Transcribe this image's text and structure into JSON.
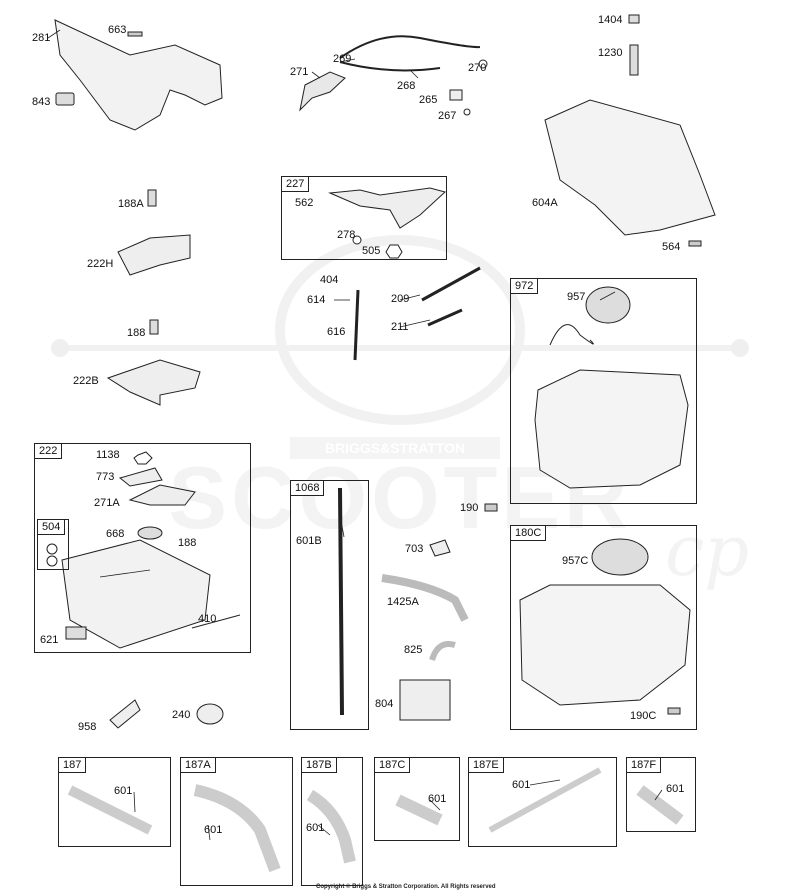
{
  "watermark": {
    "brand_plate": "BRIGGS&STRATTON",
    "word": "SCOOTER",
    "suffix": "cp"
  },
  "boxes": [
    {
      "id": "227",
      "label": "227"
    },
    {
      "id": "972",
      "label": "972"
    },
    {
      "id": "222",
      "label": "222"
    },
    {
      "id": "504",
      "label": "504"
    },
    {
      "id": "1068",
      "label": "1068"
    },
    {
      "id": "180C",
      "label": "180C"
    },
    {
      "id": "187",
      "label": "187"
    },
    {
      "id": "187A",
      "label": "187A"
    },
    {
      "id": "187B",
      "label": "187B"
    },
    {
      "id": "187C",
      "label": "187C"
    },
    {
      "id": "187E",
      "label": "187E"
    },
    {
      "id": "187F",
      "label": "187F"
    }
  ],
  "parts": [
    "281",
    "663",
    "843",
    "269",
    "271",
    "268",
    "270",
    "265",
    "267",
    "1404",
    "1230",
    "604A",
    "564",
    "188A",
    "562",
    "278",
    "505",
    "222H",
    "404",
    "614",
    "209",
    "616",
    "211",
    "957",
    "188",
    "222B",
    "1138",
    "773",
    "271A",
    "668",
    "188",
    "410",
    "621",
    "601B",
    "190",
    "703",
    "1425A",
    "825",
    "804",
    "957C",
    "190C",
    "958",
    "240",
    "601",
    "601",
    "601",
    "601",
    "601",
    "601"
  ],
  "copyright": "Copyright © Briggs & Stratton Corporation. All Rights reserved"
}
